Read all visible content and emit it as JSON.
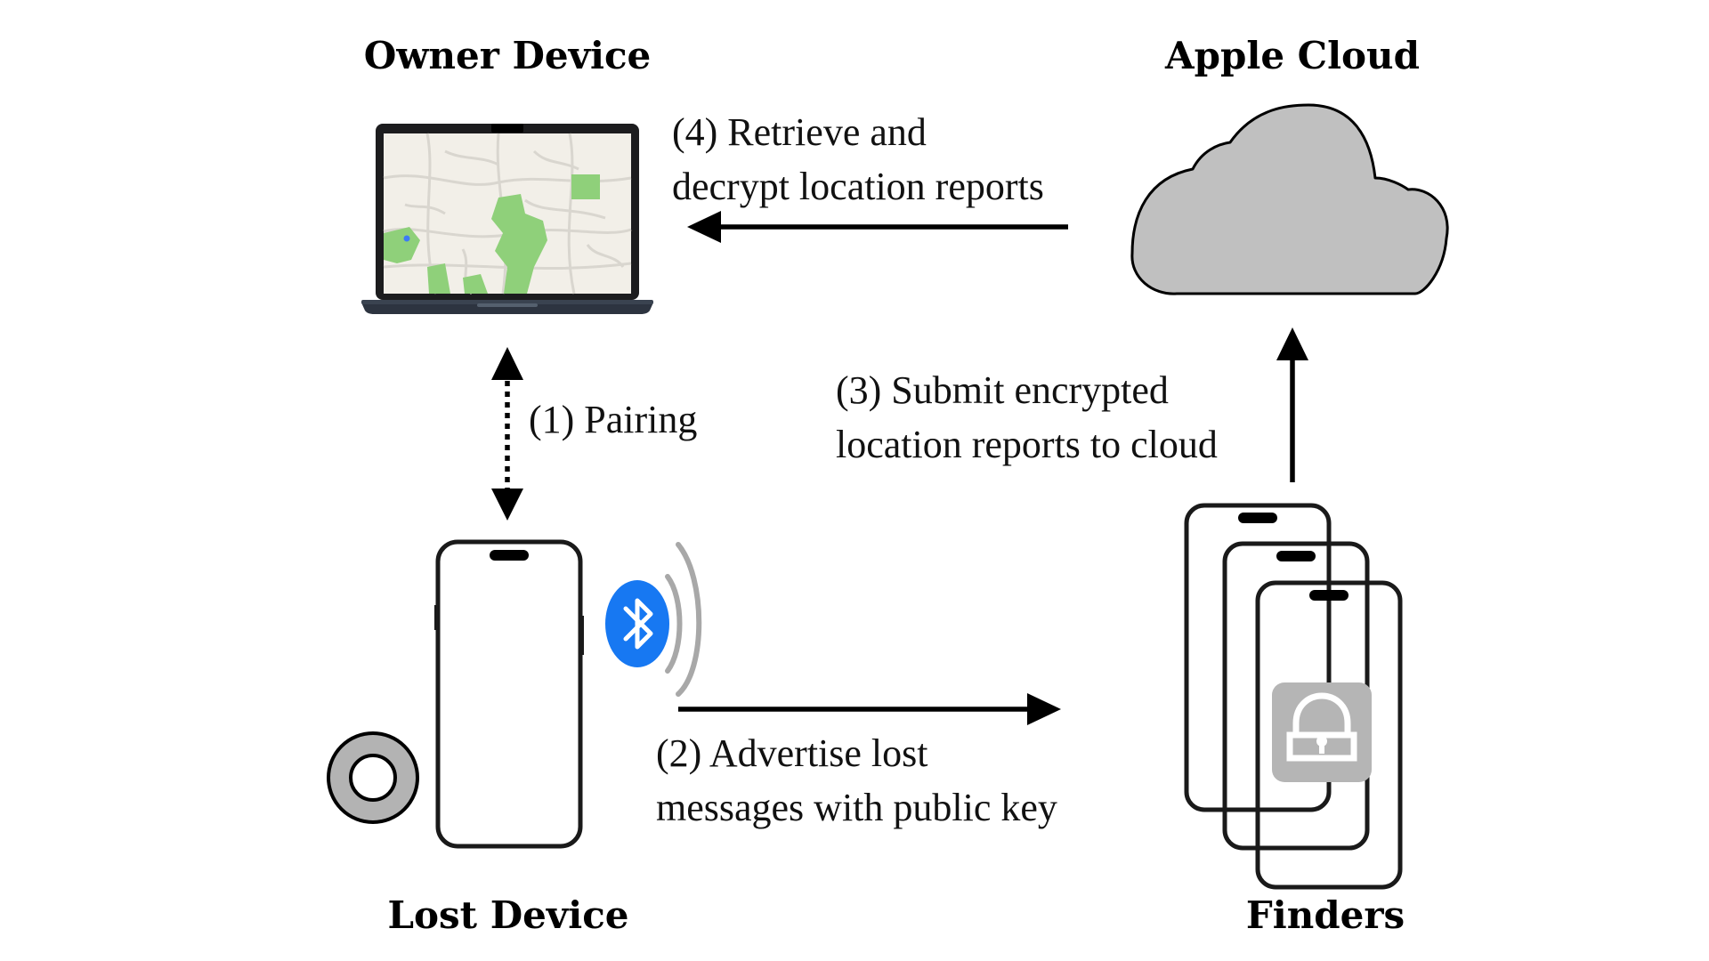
{
  "nodes": {
    "owner_device": {
      "title": "Owner Device"
    },
    "apple_cloud": {
      "title": "Apple Cloud"
    },
    "lost_device": {
      "title": "Lost Device"
    },
    "finders": {
      "title": "Finders"
    }
  },
  "steps": {
    "pairing": {
      "line1": "(1) Pairing"
    },
    "advertise": {
      "line1": "(2) Advertise lost",
      "line2": "messages with public key"
    },
    "submit": {
      "line1": "(3) Submit encrypted",
      "line2": "location reports to cloud"
    },
    "retrieve": {
      "line1": "(4) Retrieve and",
      "line2": "decrypt location reports"
    }
  },
  "icons": {
    "laptop": "laptop-map-icon",
    "cloud": "cloud-icon",
    "lost_phone": "smartphone-icon",
    "airtag": "airtag-icon",
    "bluetooth": "bluetooth-icon",
    "finder_phones": "smartphone-stack-icon",
    "lock": "lock-icon"
  },
  "colors": {
    "cloud_fill": "#c0c0c0",
    "bluetooth_blue": "#1778f2",
    "map_green": "#8fd07a",
    "map_bg": "#f2efe8",
    "lock_fill": "#b5b5b5",
    "airtag_fill": "#b3b3b3"
  }
}
